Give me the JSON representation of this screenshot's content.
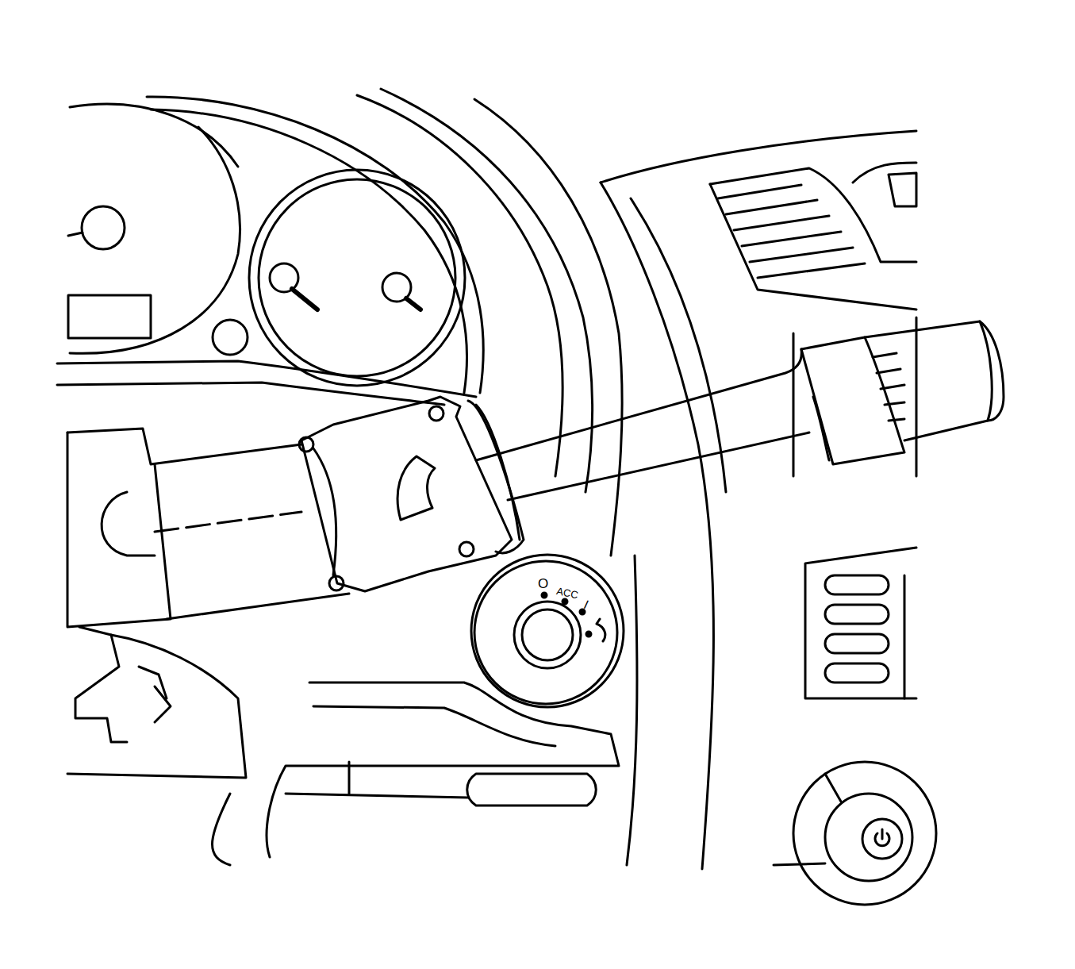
{
  "diagram": {
    "labels": [
      "O",
      "ACC",
      "I"
    ]
  }
}
